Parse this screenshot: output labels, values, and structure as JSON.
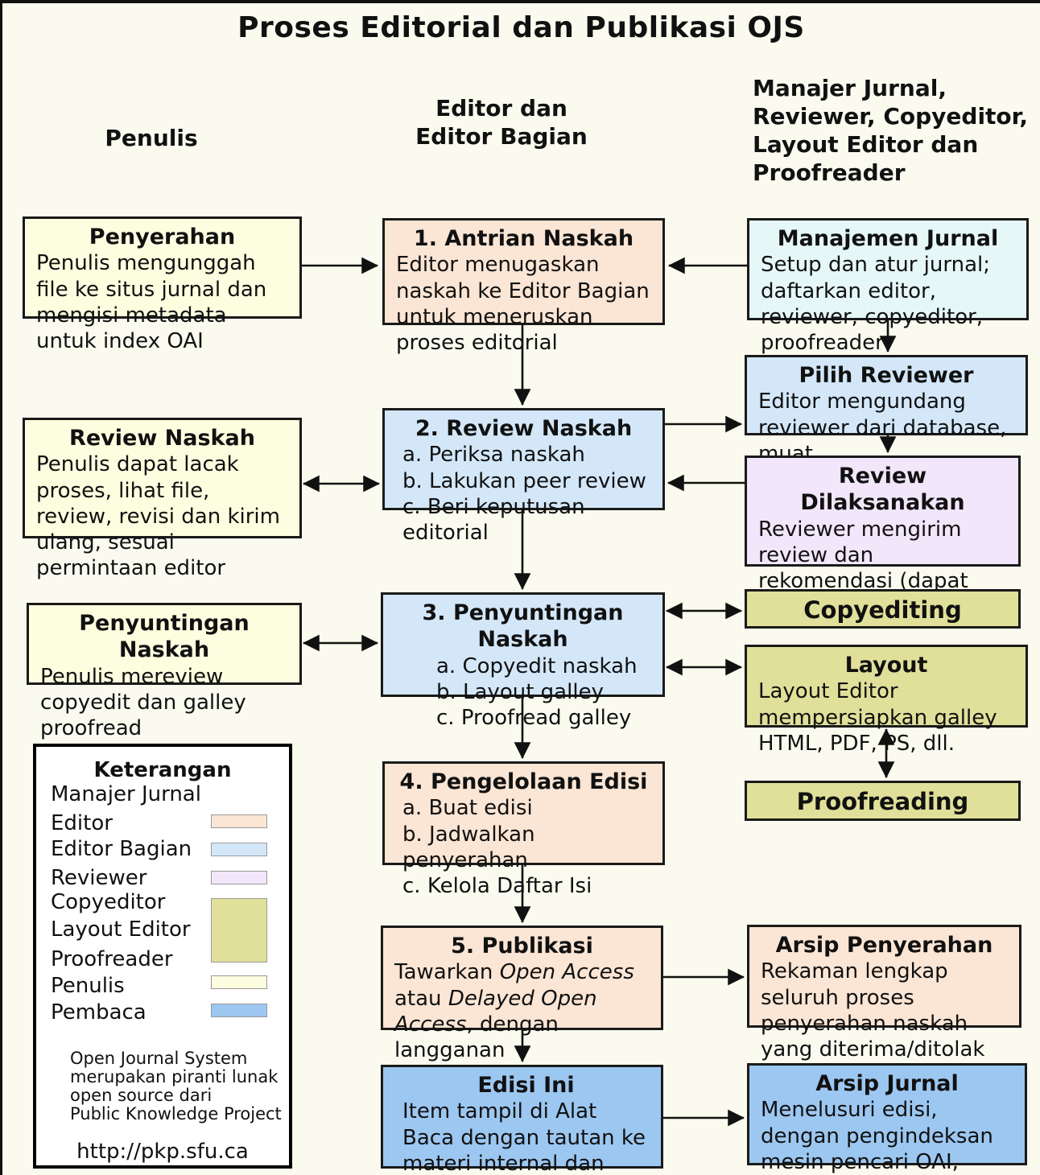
{
  "title": "Proses Editorial dan Publikasi OJS",
  "palette": {
    "author_yellow": "#fdfddf",
    "editor_peach": "#fbe5d4",
    "section_blue": "#d3e7f9",
    "manager_cyan": "#e6f7f8",
    "reviewer_lavender": "#f1e6fa",
    "staff_khaki": "#e0e09a",
    "reader_blue": "#9cc7f1",
    "background_ivory": "#fafaef"
  },
  "columns": {
    "penulis": "Penulis",
    "editor": "Editor dan\nEditor Bagian",
    "manajer": "Manajer Jurnal,\nReviewer, Copyeditor,\nLayout Editor dan\nProofreader"
  },
  "boxes": {
    "penyerahan": {
      "title": "Penyerahan",
      "body": "Penulis mengunggah file ke situs jurnal dan mengisi metadata untuk index OAI"
    },
    "antrian": {
      "title": "1. Antrian Naskah",
      "body": "Editor menugaskan naskah ke Editor Bagian untuk meneruskan proses editorial"
    },
    "manajemen": {
      "title": "Manajemen Jurnal",
      "body": "Setup dan atur jurnal; daftarkan editor, reviewer, copyeditor, proofreader"
    },
    "pilih_reviewer": {
      "title": "Pilih Reviewer",
      "body": "Editor mengundang reviewer dari database, muat"
    },
    "review_penulis": {
      "title": "Review Naskah",
      "body": "Penulis dapat lacak proses, lihat file, review, revisi dan kirim ulang, sesuai permintaan editor"
    },
    "review_naskah": {
      "title": "2. Review Naskah",
      "items": [
        "a. Periksa naskah",
        "b. Lakukan peer review",
        "c. Beri keputusan editorial"
      ]
    },
    "review_dilaksanakan": {
      "title": "Review Dilaksanakan",
      "body": "Reviewer mengirim review dan rekomendasi (dapat dinilai oleh editor)"
    },
    "penyuntingan_penulis": {
      "title": "Penyuntingan Naskah",
      "body": "Penulis mereview copyedit dan galley proofread"
    },
    "penyuntingan": {
      "title": "3. Penyuntingan Naskah",
      "items": [
        "a. Copyedit naskah",
        "b. Layout galley",
        "c. Proofread galley"
      ]
    },
    "copyediting": {
      "title": "Copyediting"
    },
    "layout": {
      "title": "Layout",
      "body": "Layout Editor mempersiapkan galley HTML, PDF, PS, dll."
    },
    "proofreading": {
      "title": "Proofreading"
    },
    "pengelolaan": {
      "title": "4. Pengelolaan Edisi",
      "items": [
        "a. Buat edisi",
        "b. Jadwalkan penyerahan",
        "c. Kelola Daftar Isi"
      ]
    },
    "publikasi": {
      "title": "5. Publikasi",
      "body_pre": "Tawarkan ",
      "body_italic1": "Open Access",
      "body_mid": " atau ",
      "body_italic2": "Delayed Open Access",
      "body_post": ", dengan langganan"
    },
    "arsip_penyerahan": {
      "title": "Arsip Penyerahan",
      "body": "Rekaman lengkap seluruh proses penyerahan naskah yang diterima/ditolak"
    },
    "edisi_ini": {
      "title": "Edisi Ini",
      "body": "Item tampil di Alat Baca dengan tautan ke materi internal dan eksternal"
    },
    "arsip_jurnal": {
      "title": "Arsip Jurnal",
      "body": "Menelusuri edisi, dengan pengindeksan mesin pencari OAI, Google, dll"
    }
  },
  "legend": {
    "title": "Keterangan",
    "labels": {
      "manajer_jurnal": "Manajer Jurnal",
      "editor": "Editor",
      "editor_bagian": "Editor Bagian",
      "reviewer": "Reviewer",
      "copyeditor": "Copyeditor",
      "layout_editor": "Layout Editor",
      "proofreader": "Proofreader",
      "penulis": "Penulis",
      "pembaca": "Pembaca"
    },
    "footer": "Open Journal System\nmerupakan piranti lunak\nopen source dari\nPublic Knowledge Project",
    "url": "http://pkp.sfu.ca"
  }
}
